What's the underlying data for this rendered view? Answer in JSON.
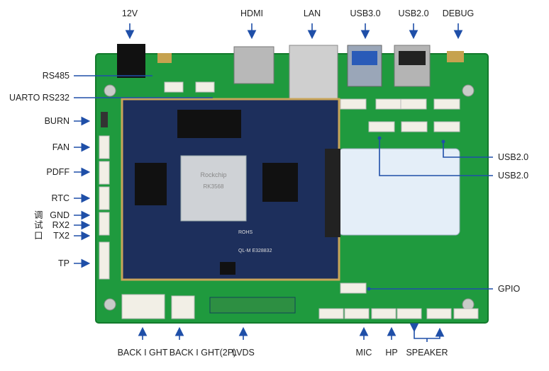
{
  "colors": {
    "arrow": "#1f4fa8",
    "pcb": "#1f9a3e",
    "module": "#1d2f5c",
    "gold": "#c9a55a"
  },
  "top_labels": [
    "12V",
    "HDMI",
    "LAN",
    "USB3.0",
    "USB2.0",
    "DEBUG"
  ],
  "left_labels": {
    "rs485": "RS485",
    "uart0_rs232": "UARTO RS232",
    "burn": "BURN",
    "fan": "FAN",
    "pdff": "PDFF",
    "rtc": "RTC",
    "gnd": "GND",
    "rx2": "RX2",
    "tx2": "TX2",
    "tp": "TP",
    "debug_port_cn": [
      "调",
      "试",
      "口"
    ]
  },
  "right_labels": {
    "usb2_a": "USB2.0",
    "usb2_b": "USB2.0",
    "gpio": "GPIO"
  },
  "bottom_labels": [
    "BACK I GHT",
    "BACK I GHT(2P)",
    "LVDS",
    "MIC",
    "HP",
    "SPEAKER"
  ],
  "board_markings": {
    "chip_brand": "Rockchip",
    "chip_model": "RK3568",
    "rohs": "ROHS",
    "module_code": "QL-M E328832"
  }
}
